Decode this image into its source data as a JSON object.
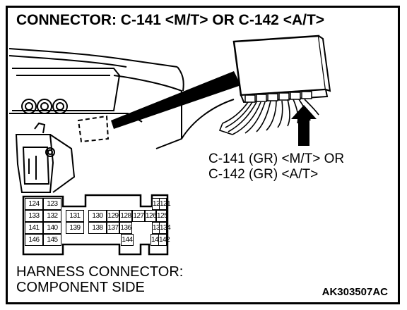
{
  "title": "CONNECTOR: C-141 <M/T> OR C-142 <A/T>",
  "callout": {
    "line1": "C-141 (GR) <M/T> OR",
    "line2": "C-142 (GR) <A/T>"
  },
  "harness": {
    "line1": "HARNESS CONNECTOR:",
    "line2": "COMPONENT SIDE"
  },
  "figure_code": "AK303507AC",
  "pins": {
    "row1": [
      "124",
      "123",
      "122",
      "121"
    ],
    "row2": [
      "133",
      "132",
      "131",
      "130",
      "129",
      "128",
      "127",
      "126",
      "125"
    ],
    "row3": [
      "141",
      "140",
      "139",
      "138",
      "137",
      "136",
      "135",
      "134"
    ],
    "row4": [
      "146",
      "145",
      "144",
      "143",
      "142"
    ]
  }
}
